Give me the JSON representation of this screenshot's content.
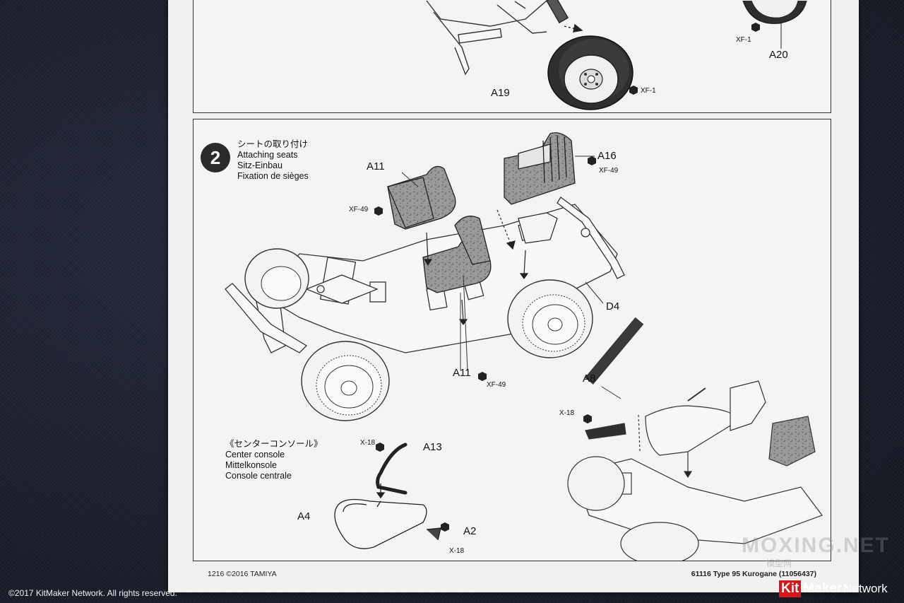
{
  "top_panel": {
    "label_a19": "A19",
    "paint_a19": "XF-1",
    "label_a20": "A20",
    "paint_a20": "XF-1"
  },
  "step": {
    "number": "2",
    "title_jp": "シートの取り付け",
    "title_en": "Attaching seats",
    "title_de": "Sitz-Einbau",
    "title_fr": "Fixation de sièges",
    "labels": {
      "a11_upper": "A11",
      "xf49_a11_upper": "XF-49",
      "a16": "A16",
      "xf49_a16": "XF-49",
      "d4": "D4",
      "a11_lower": "A11",
      "xf49_a11_lower": "XF-49",
      "a8": "A8",
      "x18_a8": "X-18"
    }
  },
  "console": {
    "title_jp": "《センターコンソール》",
    "title_en": "Center console",
    "title_de": "Mittelkonsole",
    "title_fr": "Console centrale",
    "labels": {
      "x18_a13": "X-18",
      "a13": "A13",
      "a4": "A4",
      "a2": "A2",
      "x18_a2": "X-18"
    }
  },
  "footer": {
    "left": "1216 ©2016 TAMIYA",
    "right": "61116 Type 95 Kurogane (11056437)"
  },
  "overlay": {
    "copyright": "©2017 KitMaker Network. All rights reserved.",
    "logo_text": "KitMaker Network",
    "watermark": "MOXING.NET",
    "watermark_sub": "模型网"
  }
}
